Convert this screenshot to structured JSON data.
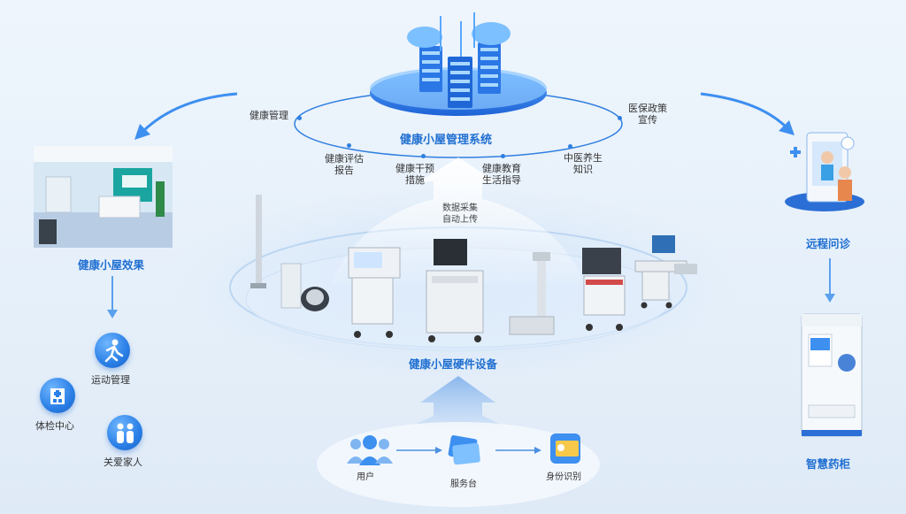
{
  "system": {
    "title": "健康小屋管理系统",
    "items": [
      {
        "label": "健康管理"
      },
      {
        "label": "健康评估\n报告"
      },
      {
        "label": "健康干预\n措施"
      },
      {
        "label": "健康教育\n生活指导"
      },
      {
        "label": "中医养生\n知识"
      },
      {
        "label": "医保政策\n宣传"
      }
    ]
  },
  "upload": {
    "label": "数据采集\n自动上传"
  },
  "hardware": {
    "title": "健康小屋硬件设备"
  },
  "left": {
    "title": "健康小屋效果",
    "icons": [
      {
        "label": "运动管理",
        "icon": "running-person-icon"
      },
      {
        "label": "体检中心",
        "icon": "hospital-building-icon"
      },
      {
        "label": "关爱家人",
        "icon": "family-icon"
      }
    ]
  },
  "right": {
    "remote": "远程问诊",
    "cabinet": "智慧药柜"
  },
  "bottom": {
    "items": [
      {
        "label": "用户",
        "icon": "users-icon"
      },
      {
        "label": "服务台",
        "icon": "id-card-icon"
      },
      {
        "label": "身份识别",
        "icon": "identity-card-icon"
      }
    ]
  },
  "colors": {
    "accent": "#1f6fd1",
    "bg": "#eaf2fb"
  }
}
